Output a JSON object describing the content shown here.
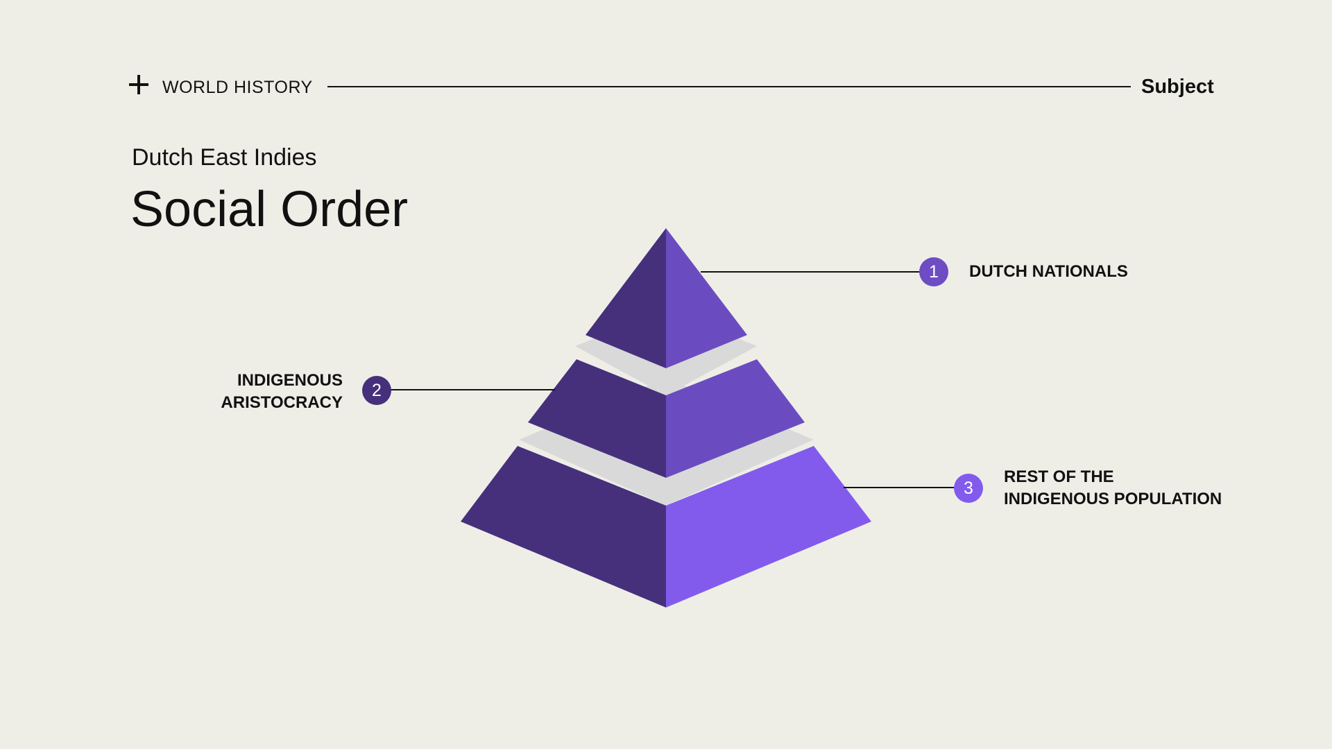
{
  "header": {
    "category": "WORLD HISTORY",
    "right_label": "Subject"
  },
  "subtitle": "Dutch East Indies",
  "title": "Social Order",
  "colors": {
    "background": "#eeeee7",
    "tier_dark": "#46307c",
    "tier_top_right": "#6b4cc0",
    "tier_bottom_right": "#825bec",
    "gap": "#d9d9d9",
    "badge_1": "#6e4cc4",
    "badge_2": "#46307c",
    "badge_3": "#825bec"
  },
  "pyramid": {
    "levels": [
      {
        "number": "1",
        "label_lines": [
          "DUTCH NATIONALS"
        ]
      },
      {
        "number": "2",
        "label_lines": [
          "INDIGENOUS",
          "ARISTOCRACY"
        ]
      },
      {
        "number": "3",
        "label_lines": [
          "REST OF THE",
          "INDIGENOUS POPULATION"
        ]
      }
    ]
  }
}
